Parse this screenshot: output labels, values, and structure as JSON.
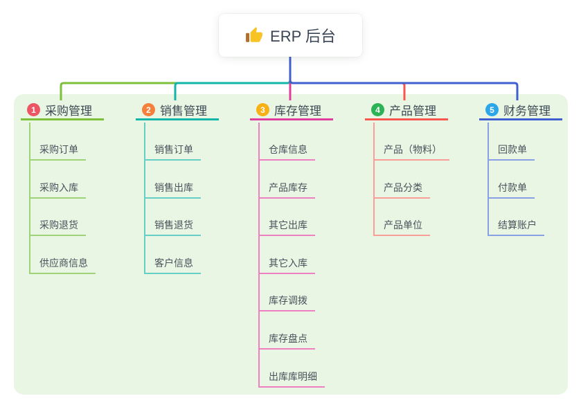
{
  "root": {
    "label": "ERP 后台",
    "icon": "thumbs-up"
  },
  "canvas": {
    "panel_background": "#e8f6e3",
    "page_background": "#ffffff"
  },
  "branches": [
    {
      "number": "1",
      "label": "采购管理",
      "color": "#7cbf3a",
      "light_color": "#9fd378",
      "badge_color": "#ed5565",
      "children": [
        "采购订单",
        "采购入库",
        "采购退货",
        "供应商信息"
      ]
    },
    {
      "number": "2",
      "label": "销售管理",
      "color": "#12b5a8",
      "light_color": "#63cfc5",
      "badge_color": "#f5803b",
      "children": [
        "销售订单",
        "销售出库",
        "销售退货",
        "客户信息"
      ]
    },
    {
      "number": "3",
      "label": "库存管理",
      "color": "#e03c9c",
      "light_color": "#ee7fc0",
      "badge_color": "#f8b015",
      "children": [
        "仓库信息",
        "产品库存",
        "其它出库",
        "其它入库",
        "库存调拨",
        "库存盘点",
        "出库库明细"
      ]
    },
    {
      "number": "4",
      "label": "产品管理",
      "color": "#f8564f",
      "light_color": "#fb9e97",
      "badge_color": "#2cb356",
      "children": [
        "产品（物料）",
        "产品分类",
        "产品单位"
      ]
    },
    {
      "number": "5",
      "label": "财务管理",
      "color": "#3f5ecf",
      "light_color": "#8aa0e4",
      "badge_color": "#2aa6e9",
      "children": [
        "回款单",
        "付款单",
        "结算账户"
      ]
    }
  ]
}
